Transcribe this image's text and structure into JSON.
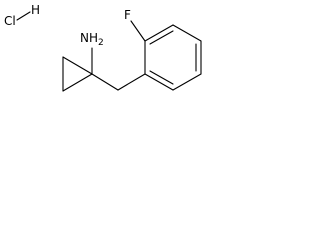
{
  "structure": {
    "labels": {
      "hcl_cl": "Cl",
      "hcl_h": "H",
      "amine_n": "NH",
      "amine_sub": "2",
      "fluorine": "F"
    },
    "colors": {
      "bond": "#000000",
      "text": "#000000",
      "background": "#ffffff"
    }
  }
}
